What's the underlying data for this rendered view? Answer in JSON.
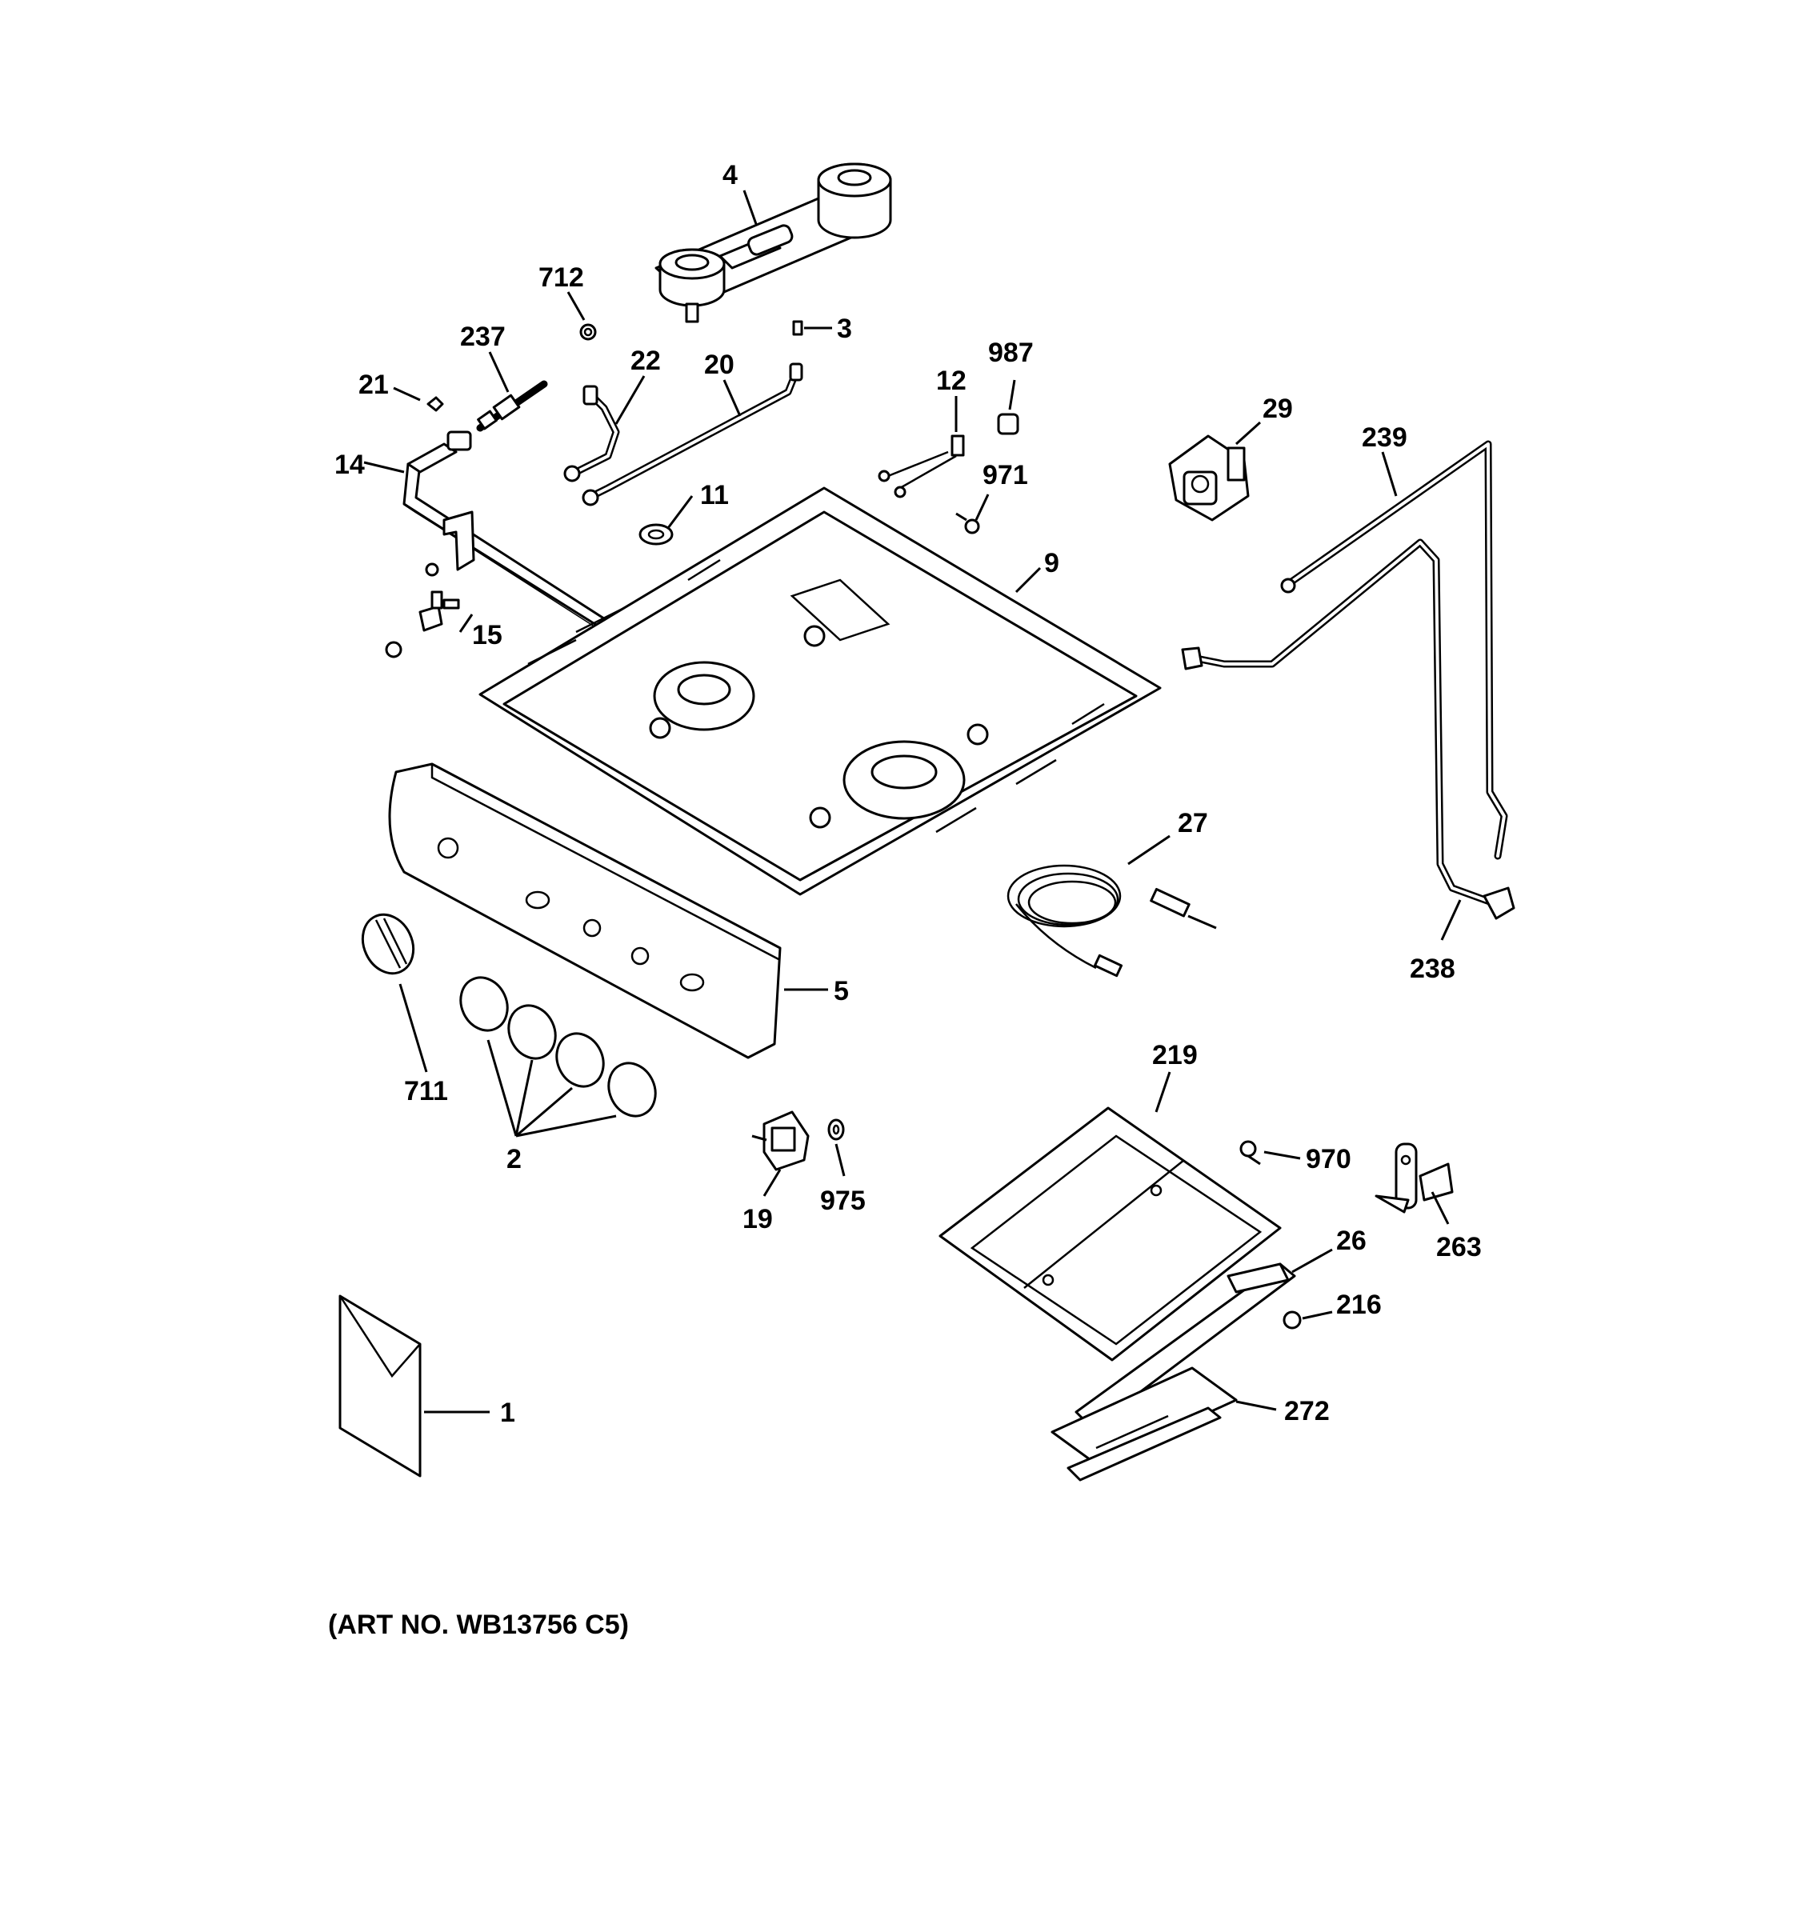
{
  "callouts": [
    {
      "id": "4",
      "label": "4"
    },
    {
      "id": "712",
      "label": "712"
    },
    {
      "id": "3",
      "label": "3"
    },
    {
      "id": "237",
      "label": "237"
    },
    {
      "id": "22",
      "label": "22"
    },
    {
      "id": "20",
      "label": "20"
    },
    {
      "id": "987",
      "label": "987"
    },
    {
      "id": "12",
      "label": "12"
    },
    {
      "id": "29",
      "label": "29"
    },
    {
      "id": "21",
      "label": "21"
    },
    {
      "id": "239",
      "label": "239"
    },
    {
      "id": "14",
      "label": "14"
    },
    {
      "id": "971",
      "label": "971"
    },
    {
      "id": "11",
      "label": "11"
    },
    {
      "id": "9",
      "label": "9"
    },
    {
      "id": "15",
      "label": "15"
    },
    {
      "id": "27",
      "label": "27"
    },
    {
      "id": "5",
      "label": "5"
    },
    {
      "id": "238",
      "label": "238"
    },
    {
      "id": "711",
      "label": "711"
    },
    {
      "id": "219",
      "label": "219"
    },
    {
      "id": "2",
      "label": "2"
    },
    {
      "id": "970",
      "label": "970"
    },
    {
      "id": "19",
      "label": "19"
    },
    {
      "id": "975",
      "label": "975"
    },
    {
      "id": "26",
      "label": "26"
    },
    {
      "id": "263",
      "label": "263"
    },
    {
      "id": "216",
      "label": "216"
    },
    {
      "id": "272",
      "label": "272"
    },
    {
      "id": "1",
      "label": "1"
    }
  ],
  "art_number": "(ART NO. WB13756 C5)"
}
